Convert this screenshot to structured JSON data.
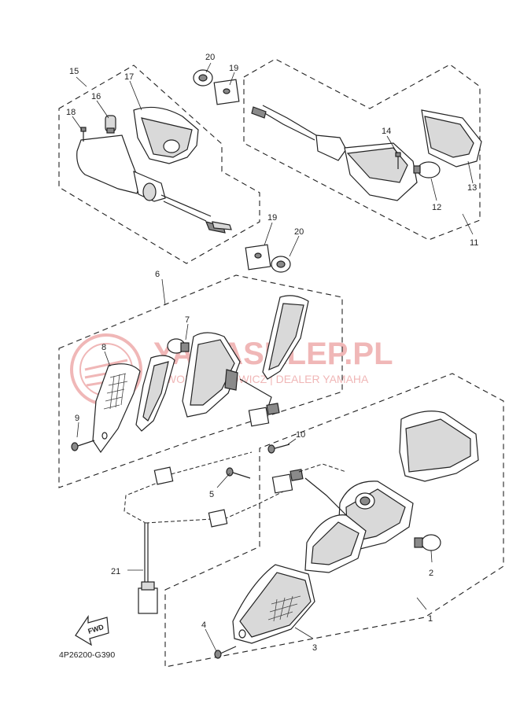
{
  "diagram_code": "4P26200-G390",
  "fwd_label": "FWD",
  "watermark": {
    "title": "YAMASKLEP.PL",
    "subtitle": "GWOŹDZIK WOWICZ | DEALER YAMAHA"
  },
  "callouts": {
    "c1": "1",
    "c2": "2",
    "c3": "3",
    "c4": "4",
    "c5": "5",
    "c6": "6",
    "c7": "7",
    "c8": "8",
    "c9": "9",
    "c10": "10",
    "c11": "11",
    "c12": "12",
    "c13": "13",
    "c14": "14",
    "c15": "15",
    "c16": "16",
    "c17": "17",
    "c18": "18",
    "c19a": "19",
    "c19b": "19",
    "c20a": "20",
    "c20b": "20",
    "c21": "21"
  }
}
